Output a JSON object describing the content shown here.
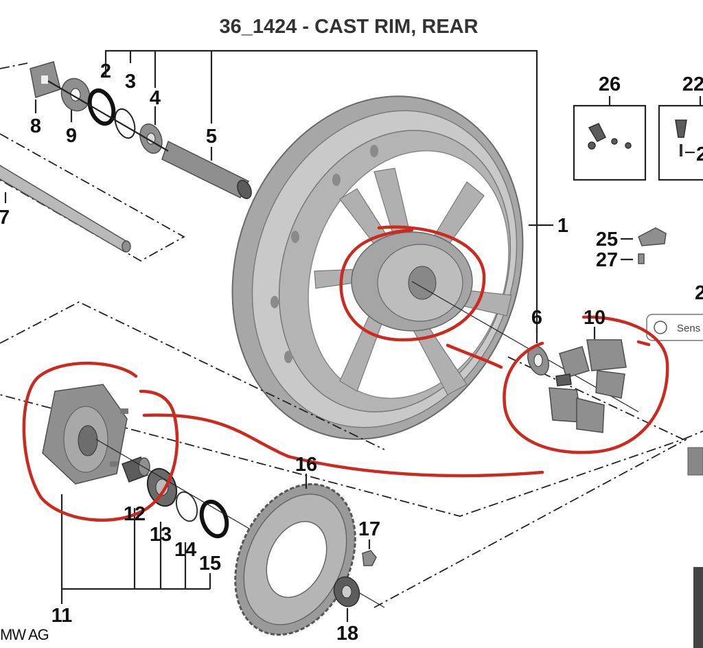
{
  "title": "36_1424 - CAST RIM, REAR",
  "parts": {
    "p1": "1",
    "p2": "2",
    "p3": "3",
    "p4": "4",
    "p5": "5",
    "p6": "6",
    "p7": "7",
    "p8": "8",
    "p9": "9",
    "p10": "10",
    "p11": "11",
    "p12": "12",
    "p13": "13",
    "p14": "14",
    "p15": "15",
    "p16": "16",
    "p17": "17",
    "p18": "18",
    "p22": "22",
    "p25": "25",
    "p26": "26",
    "p27": "27",
    "p2x": "2",
    "p2y": "2"
  },
  "copyright": "MW AG",
  "sensor_label": "Sens",
  "annotation_color": "#cc2a1e"
}
